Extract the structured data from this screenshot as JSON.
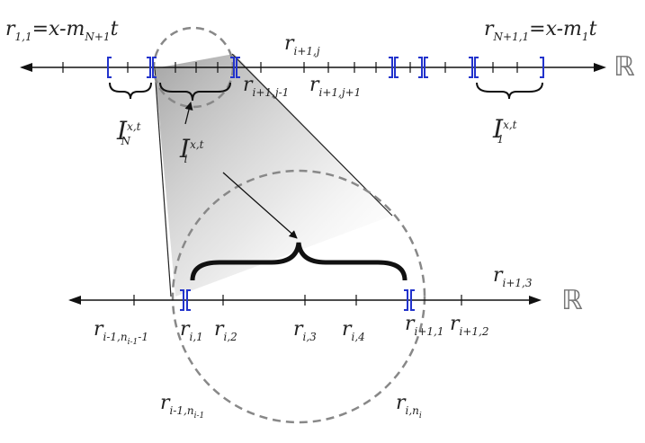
{
  "top_line": {
    "axis_symbol": "ℝ",
    "label_left": {
      "base": "r",
      "sub": "1,1",
      "eq": "=x-m",
      "eq_sub": "N+1",
      "tail": "t"
    },
    "label_right": {
      "base": "r",
      "sub": "N+1,1",
      "eq": "=x-m",
      "eq_sub": "1",
      "tail": "t"
    },
    "label_r_i1_j": {
      "base": "r",
      "sub": "i+1,j"
    },
    "label_r_i1_jm1": {
      "base": "r",
      "sub": "i+1,j-1"
    },
    "label_r_i1_jp1": {
      "base": "r",
      "sub": "i+1,j+1"
    },
    "interval_N": {
      "base": "I",
      "sup": "x,t",
      "sub": "N"
    },
    "interval_i": {
      "base": "I",
      "sup": "x,t",
      "sub": "i"
    },
    "interval_1": {
      "base": "I",
      "sup": "x,t",
      "sub": "1"
    }
  },
  "bottom_line": {
    "axis_symbol": "ℝ",
    "label_r_i1_3": {
      "base": "r",
      "sub": "i+1,3"
    },
    "label_r_im1_n_m1": {
      "base": "r",
      "sub": "i-1,n",
      "subsub": "i-1",
      "tail": "-1"
    },
    "label_r_i_1": {
      "base": "r",
      "sub": "i,1"
    },
    "label_r_i_2": {
      "base": "r",
      "sub": "i,2"
    },
    "label_r_i_3": {
      "base": "r",
      "sub": "i,3"
    },
    "label_r_i_4": {
      "base": "r",
      "sub": "i,4"
    },
    "label_r_ip1_1": {
      "base": "r",
      "sub": "i+1,1"
    },
    "label_r_ip1_2": {
      "base": "r",
      "sub": "i+1,2"
    },
    "label_r_im1_n": {
      "base": "r",
      "sub": "i-1,n",
      "subsub": "i-1"
    },
    "label_r_i_n": {
      "base": "r",
      "sub": "i,n",
      "subsub": "i"
    }
  },
  "colors": {
    "axis": "#111111",
    "bracket": "#2233cc",
    "circle": "#888888",
    "shade": "#999999"
  }
}
